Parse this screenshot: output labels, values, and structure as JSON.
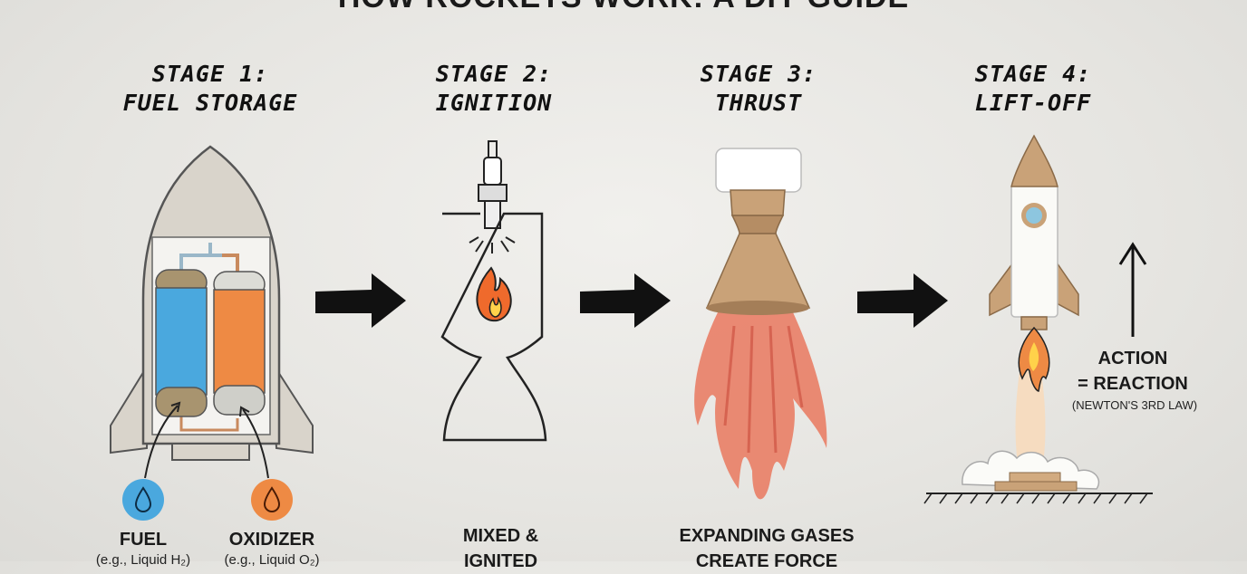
{
  "title": "HOW ROCKETS WORK: A DIY GUIDE",
  "stages": [
    {
      "line1": "STAGE 1:",
      "line2": "FUEL STORAGE"
    },
    {
      "line1": "STAGE 2:",
      "line2": "IGNITION"
    },
    {
      "line1": "STAGE 3:",
      "line2": "THRUST"
    },
    {
      "line1": "STAGE 4:",
      "line2": "LIFT-OFF"
    }
  ],
  "stage1": {
    "fuel_label": "FUEL",
    "fuel_sub": "(e.g., Liquid H₂)",
    "oxidizer_label": "OXIDIZER",
    "oxidizer_sub": "(e.g., Liquid O₂)"
  },
  "stage2": {
    "line1": "MIXED &",
    "line2": "IGNITED"
  },
  "stage3": {
    "line1": "EXPANDING GASES",
    "line2": "CREATE FORCE"
  },
  "stage4": {
    "line1": "ACTION",
    "line2": "= REACTION",
    "sub": "(NEWTON'S 3RD LAW)"
  },
  "colors": {
    "fuel": "#4aa8de",
    "oxidizer": "#ee8a44",
    "cardboard": "#c9a278",
    "flame": "#e9785e"
  }
}
